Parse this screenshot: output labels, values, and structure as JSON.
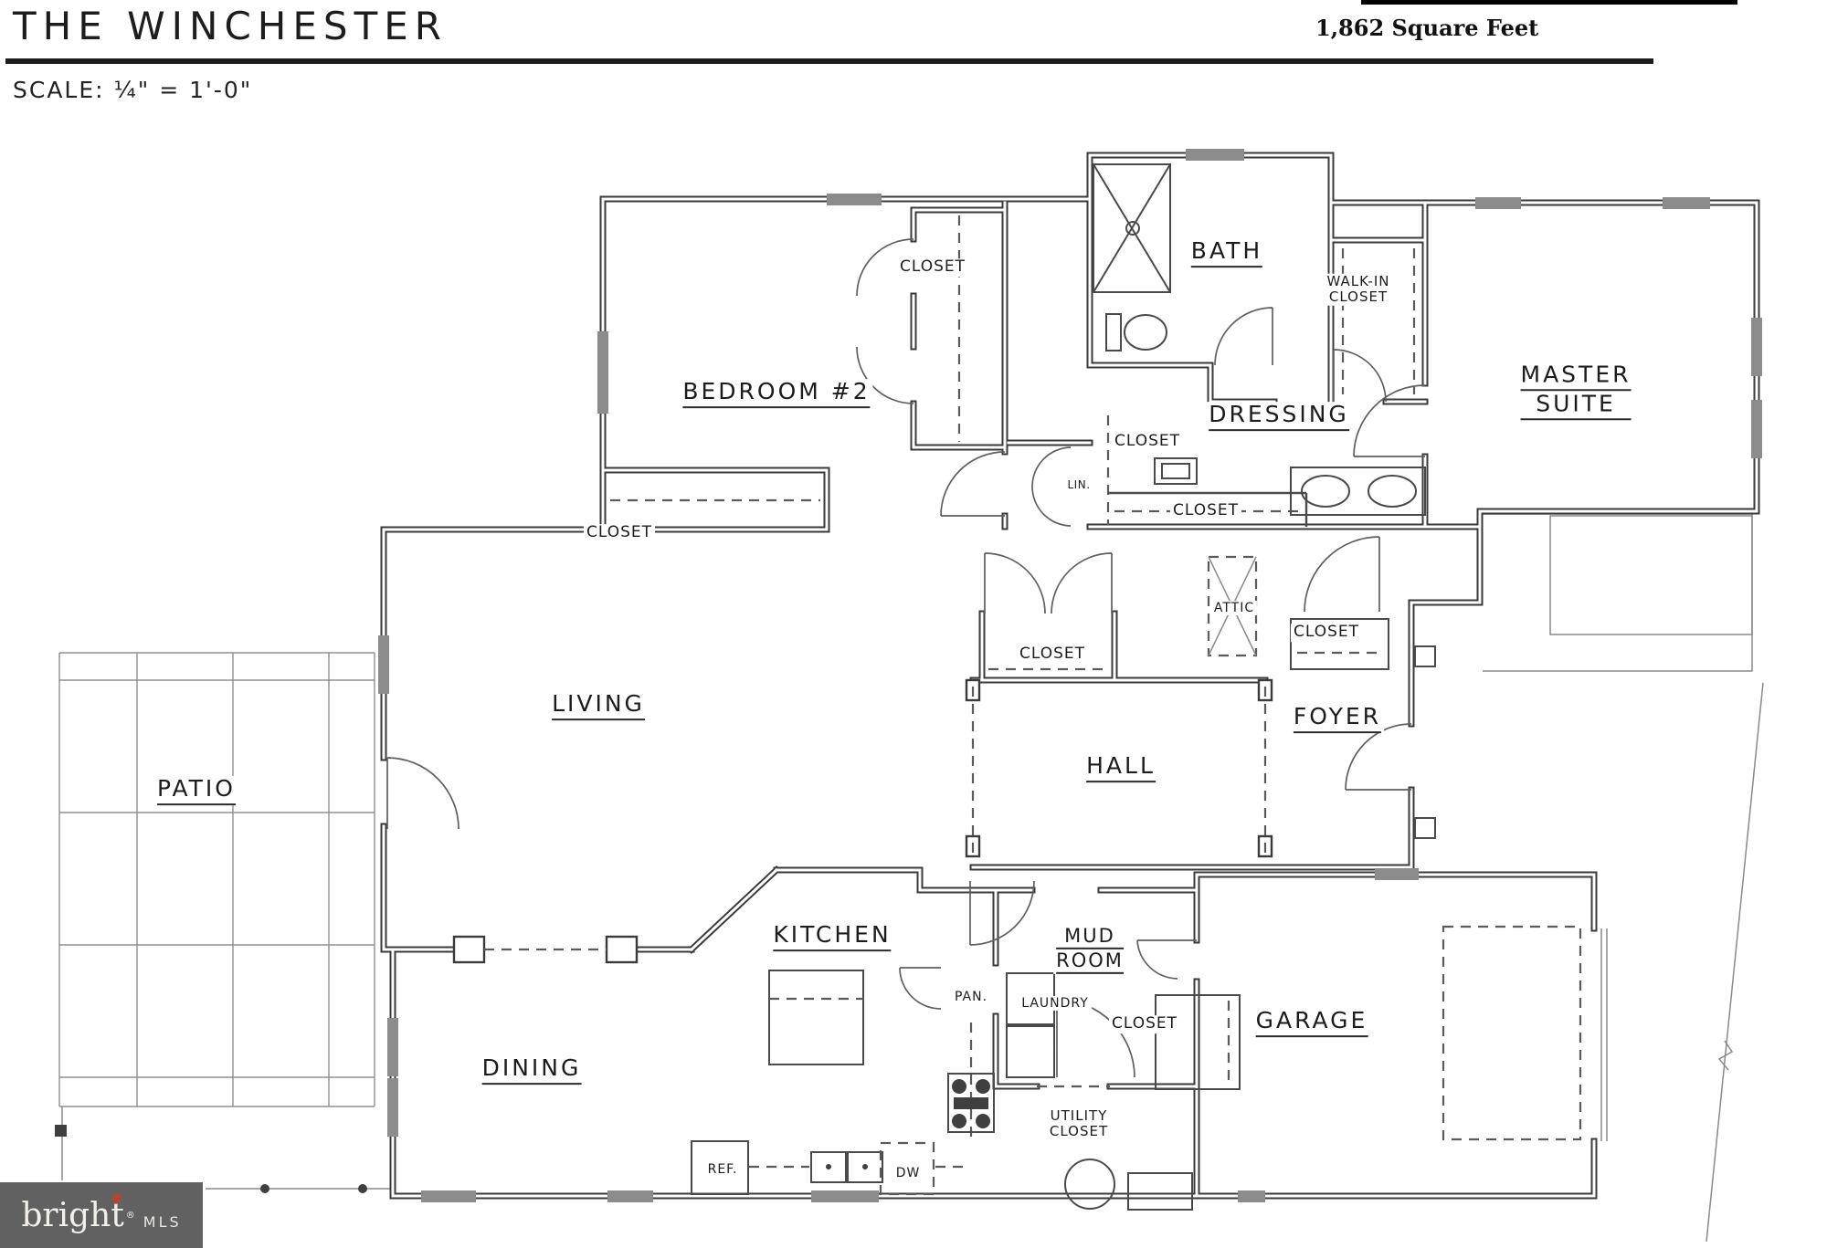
{
  "header": {
    "title": "THE WINCHESTER",
    "square_feet": "1,862 Square Feet",
    "scale": "SCALE: ¼\" = 1'-0\""
  },
  "labels": {
    "bath": "BATH",
    "walk_in_1": "WALK-IN",
    "walk_in_2": "CLOSET",
    "master_1": "MASTER",
    "master_2": "SUITE",
    "closet": "CLOSET",
    "bedroom2": "BEDROOM #2",
    "dressing": "DRESSING",
    "lin": "LIN.",
    "attic": "ATTIC",
    "living": "LIVING",
    "foyer": "FOYER",
    "hall": "HALL",
    "patio": "PATIO",
    "kitchen": "KITCHEN",
    "mud_1": "MUD",
    "mud_2": "ROOM",
    "pan": "PAN.",
    "laundry": "LAUNDRY",
    "garage": "GARAGE",
    "dining": "DINING",
    "ref": "REF.",
    "dw": "DW",
    "utility_1": "UTILITY",
    "utility_2": "CLOSET"
  },
  "footer": {
    "logo_main": "bright",
    "logo_reg": "®",
    "logo_sub": "MLS"
  }
}
